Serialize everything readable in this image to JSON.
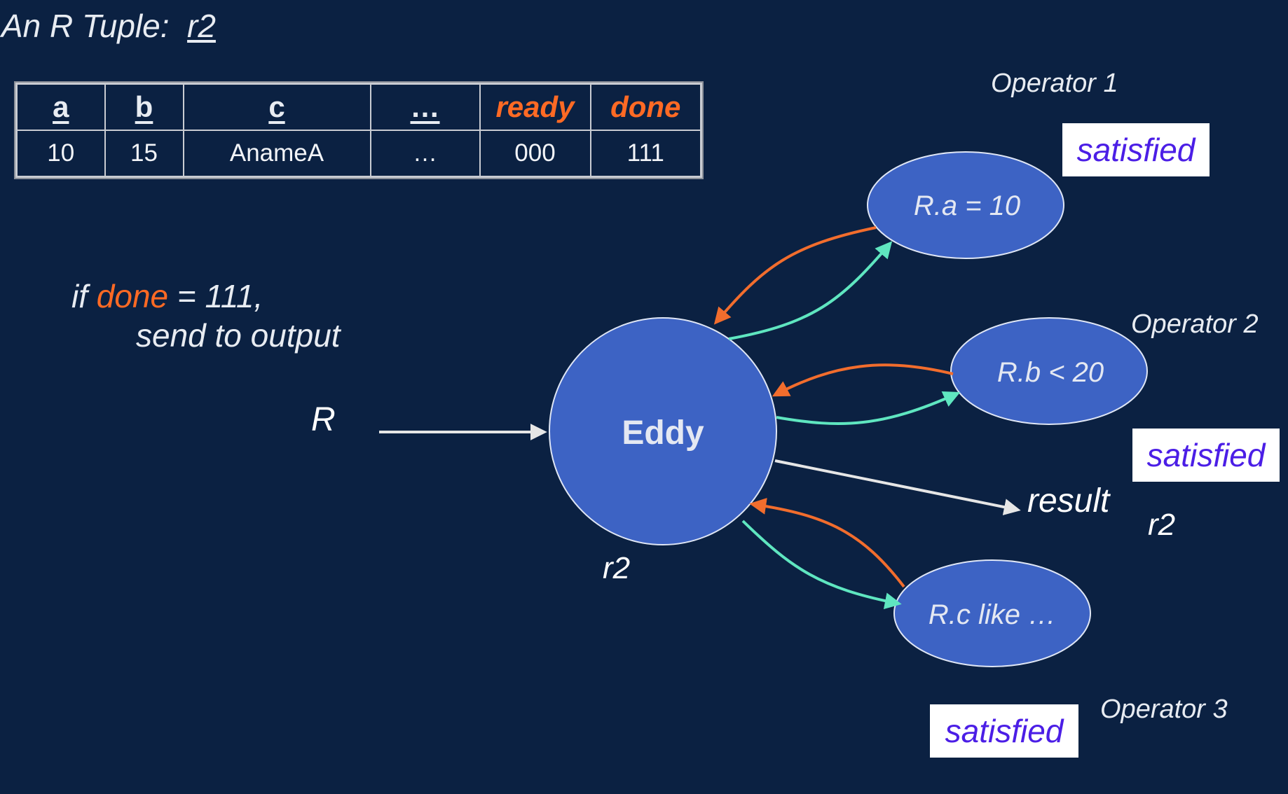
{
  "title": {
    "prefix": "An R Tuple:",
    "tuple_name": "r2"
  },
  "tuple_table": {
    "headers": [
      "a",
      "b",
      "c",
      "…",
      "ready",
      "done"
    ],
    "values": [
      "10",
      "15",
      "AnameA",
      "…",
      "000",
      "111"
    ]
  },
  "condition": {
    "if_word": "if",
    "field": "done",
    "rest": "= 111,",
    "line2": "send to output"
  },
  "input_label": "R",
  "eddy": {
    "label": "Eddy",
    "tuple_label": "r2"
  },
  "operators": [
    {
      "name": "Operator 1",
      "predicate": "R.a = 10",
      "status": "satisfied"
    },
    {
      "name": "Operator 2",
      "predicate": "R.b < 20",
      "status": "satisfied"
    },
    {
      "name": "Operator 3",
      "predicate": "R.c like …",
      "status": "satisfied"
    }
  ],
  "output": {
    "label": "result",
    "tuple_label": "r2"
  },
  "colors": {
    "background": "#0b2142",
    "node_fill": "#3d63c4",
    "return_arrow": "#f26d2d",
    "send_arrow": "#5fe6c0",
    "flow_arrow": "#e6e6e6",
    "highlight": "#ff6a24",
    "satisfied_text": "#4b1ee6"
  }
}
